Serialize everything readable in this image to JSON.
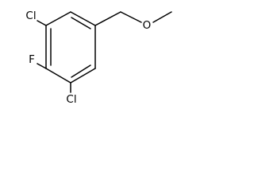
{
  "molecule": {
    "atoms": {
      "cl_top": "Cl",
      "fluorine": "F",
      "cl_bottom": "Cl",
      "oxygen": "O"
    }
  },
  "colors": {
    "bond": "#000000",
    "label": "#000000",
    "background": "#ffffff"
  }
}
